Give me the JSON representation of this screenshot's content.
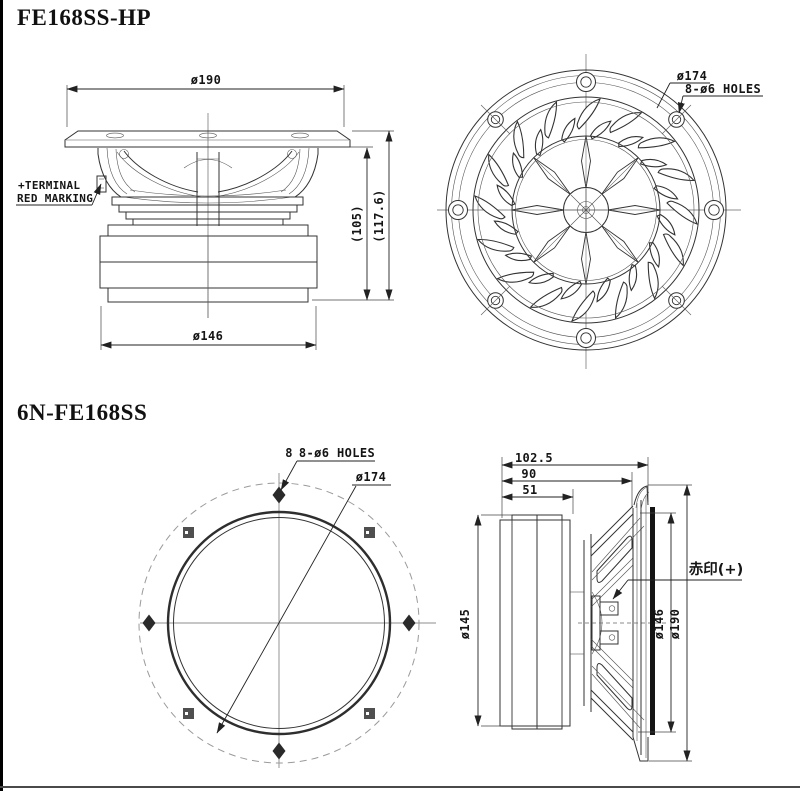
{
  "titles": {
    "hp": "FE168SS-HP",
    "nn": "6N-FE168SS"
  },
  "colors": {
    "ink": "#333333",
    "ink_dark": "#151515",
    "left_border": "#000000",
    "bottom_rule": "#4a4a4a",
    "background": "#ffffff"
  },
  "hp_side": {
    "dia_flange": "ø190",
    "dia_magnet": "ø146",
    "frame_height": "(105)",
    "total_height": "(117.6)",
    "terminal_note_line1": "+TERMINAL",
    "terminal_note_line2": "RED MARKING"
  },
  "hp_front": {
    "bolt_circle_dia": "ø174",
    "holes_note": "8-ø6 HOLES"
  },
  "nn_rear": {
    "holes_note_prefix": "8",
    "holes_note": "8-ø6 HOLES",
    "bolt_circle_dia": "ø174"
  },
  "nn_side": {
    "depth_overall": "102.5",
    "depth_to_baffle": "90",
    "depth_magnet": "51",
    "dia_magnet": "ø145",
    "dia_baffle_hole": "ø146",
    "dia_flange": "ø190",
    "terminal_note": "赤印(+)"
  }
}
